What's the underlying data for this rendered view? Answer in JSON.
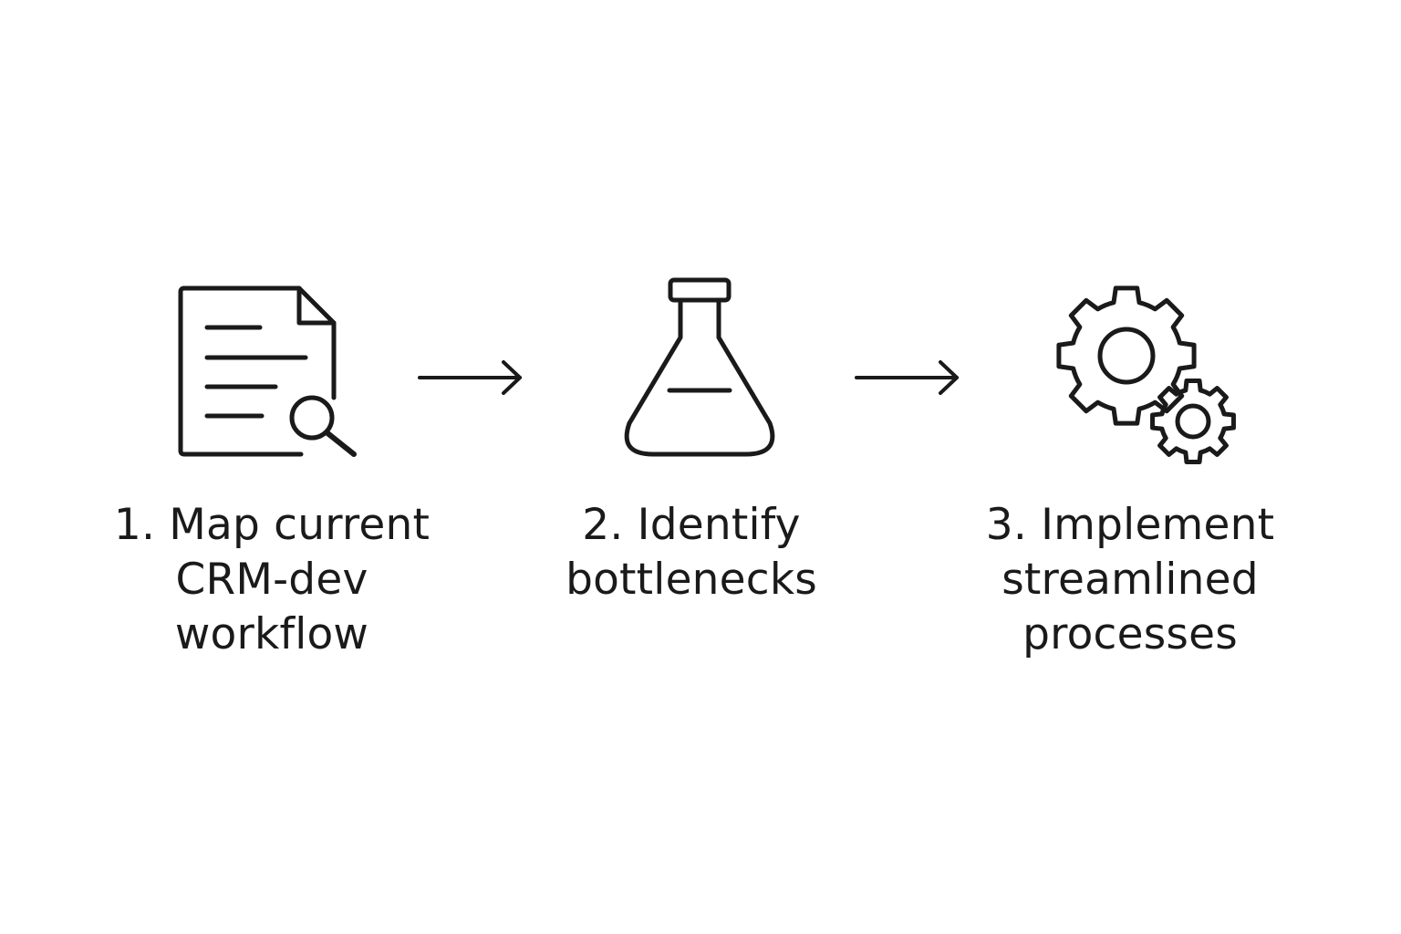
{
  "steps": [
    {
      "icon": "document-search-icon",
      "lines": [
        "1. Map current",
        "CRM-dev",
        "workflow"
      ]
    },
    {
      "icon": "flask-icon",
      "lines": [
        "2. Identify",
        "bottlenecks"
      ]
    },
    {
      "icon": "gears-icon",
      "lines": [
        "3. Implement",
        "streamlined",
        "processes"
      ]
    }
  ],
  "colors": {
    "stroke": "#1a1a1a",
    "background": "#ffffff"
  }
}
